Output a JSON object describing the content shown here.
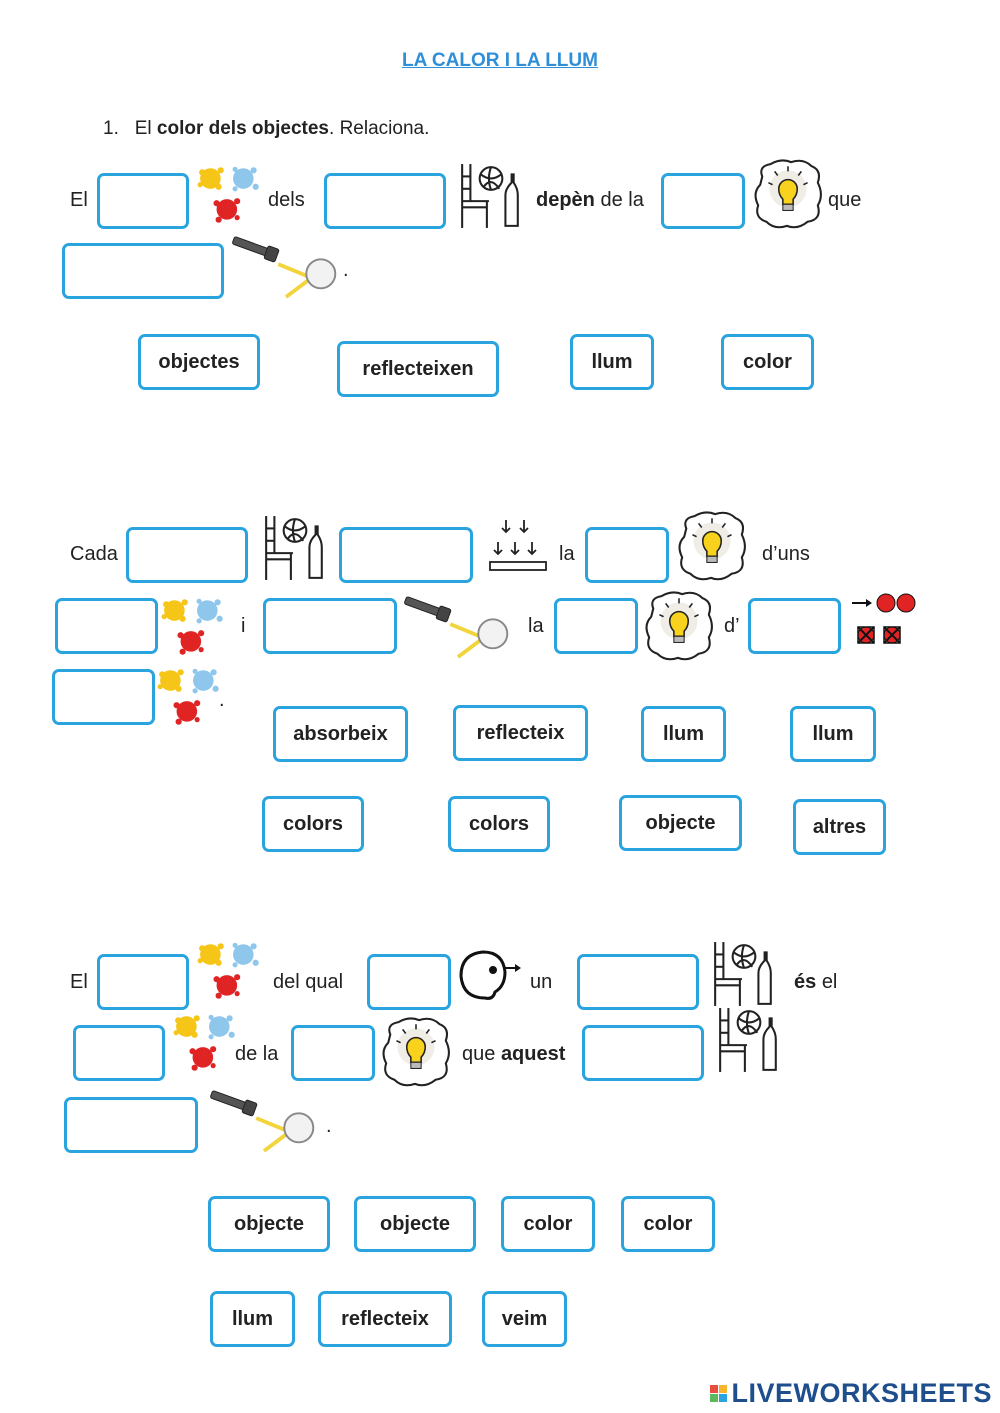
{
  "title": "LA CALOR I LA LLUM",
  "instruction": {
    "number": "1.",
    "lead": "El",
    "bold": "color dels objectes",
    "rest": ". Relaciona."
  },
  "s1": {
    "el": "El",
    "dels": "dels",
    "depen": "depèn",
    "dela": "de la",
    "que": "que",
    "dot": ".",
    "chips": [
      "objectes",
      "reflecteixen",
      "llum",
      "color"
    ]
  },
  "s2": {
    "cada": "Cada",
    "la1": "la",
    "duns": "d’uns",
    "i": "i",
    "la2": "la",
    "d": "d’",
    "dot": ".",
    "chips": [
      "absorbeix",
      "reflecteix",
      "llum",
      "llum",
      "colors",
      "colors",
      "objecte",
      "altres"
    ]
  },
  "s3": {
    "el": "El",
    "delqual": "del qual",
    "un": "un",
    "es": "és",
    "el2": "el",
    "dela": "de la",
    "que": "que",
    "aquest": "aquest",
    "dot": ".",
    "chips": [
      "objecte",
      "objecte",
      "color",
      "color",
      "llum",
      "reflecteix",
      "veim"
    ]
  },
  "branding": {
    "logo_text": "LIVEWORKSHEETS"
  },
  "colors": {
    "accent": "#2AA4DE",
    "title": "#2E8FD8",
    "logo": "#1F4E8C"
  },
  "icons": [
    "paint-splash-icon",
    "objects-icon",
    "lightbulb-icon",
    "flashlight-reflection-icon",
    "absorb-arrows-icon",
    "eye-head-icon",
    "red-balls-icon"
  ]
}
